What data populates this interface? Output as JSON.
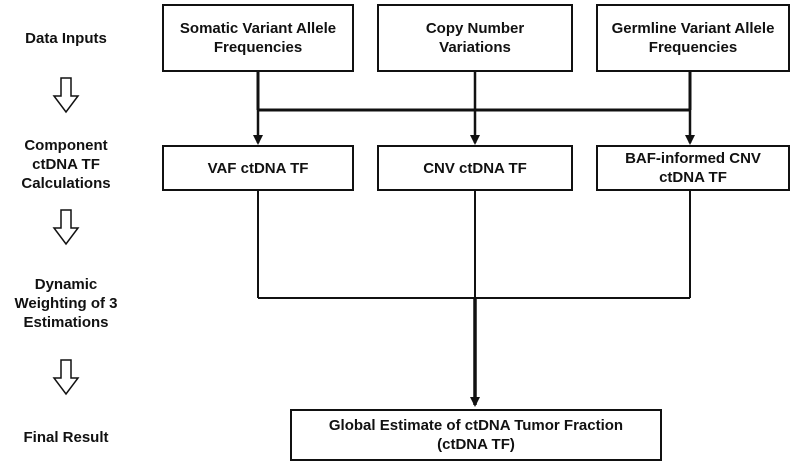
{
  "stages": [
    {
      "id": "data-inputs",
      "label": "Data Inputs"
    },
    {
      "id": "component-calculations",
      "label": "Component\nctDNA TF\nCalculations"
    },
    {
      "id": "dynamic-weighting",
      "label": "Dynamic\nWeighting of 3\nEstimations"
    },
    {
      "id": "final-result",
      "label": "Final Result"
    }
  ],
  "inputs": {
    "somatic": "Somatic Variant Allele\nFrequencies",
    "cnv": "Copy Number\nVariations",
    "germline": "Germline Variant Allele\nFrequencies"
  },
  "components": {
    "vaf": "VAF ctDNA TF",
    "cnv": "CNV ctDNA TF",
    "baf": "BAF-informed CNV\nctDNA TF"
  },
  "final": {
    "estimate": "Global Estimate of ctDNA Tumor Fraction\n(ctDNA TF)"
  },
  "colors": {
    "line": "#111111",
    "box_border": "#111111",
    "text": "#111111",
    "background": "#ffffff"
  }
}
